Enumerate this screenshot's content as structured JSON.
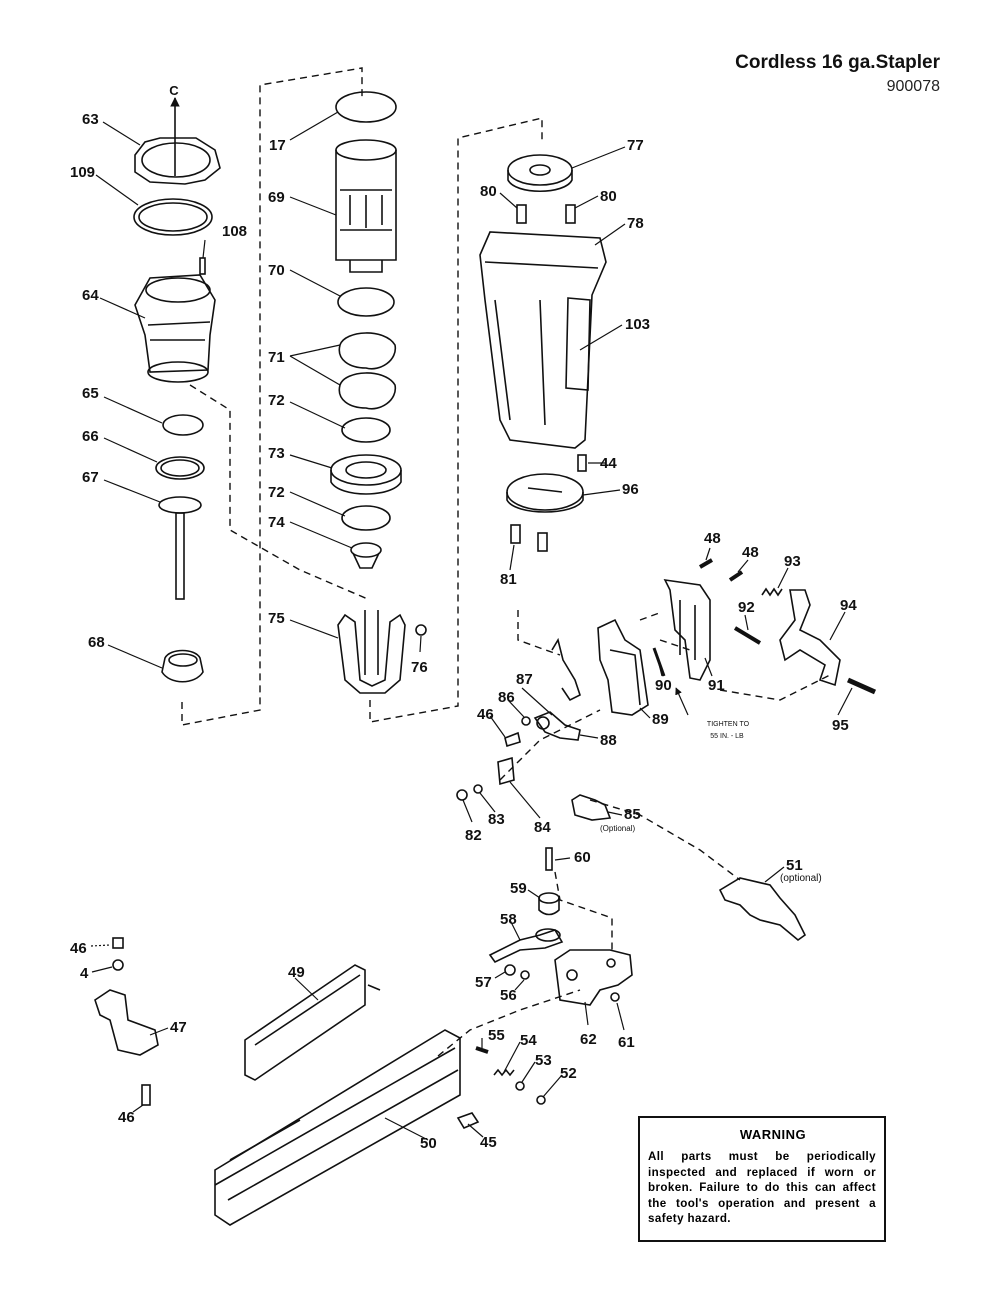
{
  "header": {
    "title": "Cordless 16 ga.Stapler",
    "model_number": "900078"
  },
  "warning": {
    "heading": "WARNING",
    "icon": "warning-triangle-icon",
    "text": "All parts must be periodically inspected and replaced if worn or broken. Failure to do this can affect the tool's operation and present a safety hazard."
  },
  "axis_marker": "C",
  "annotations": {
    "torque_line1": "TIGHTEN TO",
    "torque_line2": "55 IN. - LB",
    "optional_85": "(Optional)",
    "optional_51": "(optional)"
  },
  "part_labels": [
    "63",
    "109",
    "108",
    "64",
    "65",
    "66",
    "67",
    "68",
    "17",
    "69",
    "70",
    "71",
    "72",
    "73",
    "72",
    "74",
    "75",
    "76",
    "77",
    "80",
    "80",
    "78",
    "103",
    "44",
    "96",
    "81",
    "48",
    "48",
    "93",
    "92",
    "94",
    "90",
    "91",
    "95",
    "87",
    "86",
    "46",
    "88",
    "89",
    "84",
    "83",
    "82",
    "85",
    "51",
    "60",
    "59",
    "58",
    "57",
    "56",
    "62",
    "61",
    "46",
    "4",
    "47",
    "46",
    "49",
    "55",
    "54",
    "53",
    "52",
    "50",
    "45"
  ]
}
